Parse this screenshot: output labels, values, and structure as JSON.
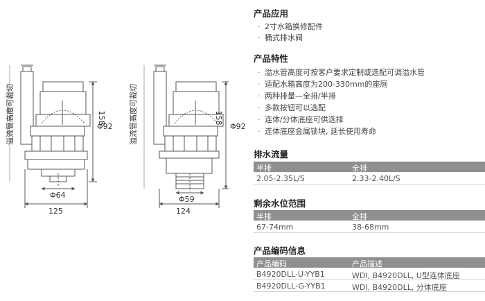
{
  "drawings": {
    "left": {
      "vertical_label": "溢流管高度可裁切",
      "dim_height": "158",
      "dim_dia_top": "Φ92",
      "dim_dia_bottom": "Φ64",
      "dim_width": "125"
    },
    "right": {
      "vertical_label": "溢流管高度可裁切",
      "dim_height": "158",
      "dim_dia_top": "Φ92",
      "dim_dia_bottom": "Φ59",
      "dim_width": "124"
    }
  },
  "sections": {
    "application": {
      "title": "产品应用",
      "items": [
        "2寸水箱换修配件",
        "桶式排水阀"
      ]
    },
    "features": {
      "title": "产品特性",
      "items": [
        "溢水管高度可按客户要求定制或选配可调溢水管",
        "适配水箱高度为200-330mm的座厕",
        "两种排量—全排/半排",
        "多款按钮可以选配",
        "连体/分体底座可供选择",
        "连体底座金属锁块, 延长使用寿命"
      ]
    },
    "flow": {
      "title": "排水流量",
      "headers": [
        "半排",
        "全排"
      ],
      "rows": [
        [
          "2.05-2.35L/S",
          "2.33-2.40L/S"
        ]
      ]
    },
    "water_level": {
      "title": "剩余水位范围",
      "headers": [
        "半排",
        "全排"
      ],
      "rows": [
        [
          "67-74mm",
          "38-68mm"
        ]
      ]
    },
    "codes": {
      "title": "产品编码信息",
      "headers": [
        "产品编码",
        "产品描述"
      ],
      "rows": [
        [
          "B4920DLL-U-YYB1",
          "WDI, B4920DLL, U型连体底座"
        ],
        [
          "B4920DLL-G-YYB1",
          "WDI, B4920DLL, 分体底座"
        ]
      ]
    }
  },
  "colors": {
    "table_header": "#8f8f8f",
    "line": "#555555",
    "text": "#333333"
  }
}
